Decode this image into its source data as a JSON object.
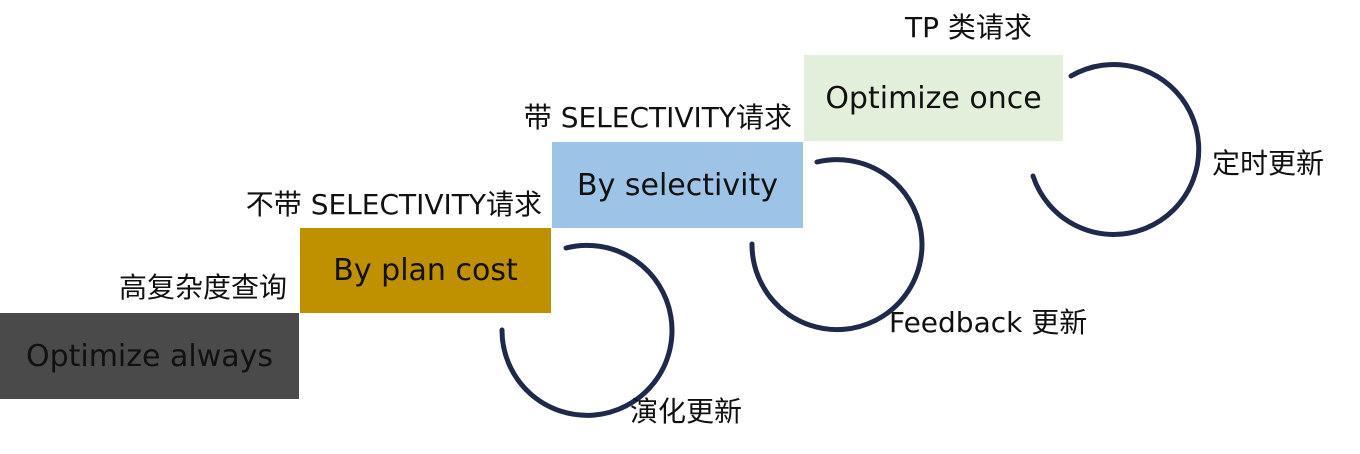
{
  "colors": {
    "always": "#4a4a4a",
    "plan": "#bf9000",
    "selectivity": "#9dc3e6",
    "once": "#e2efda",
    "arc": "#1f2a4a"
  },
  "steps": {
    "always": {
      "box": "Optimize always",
      "condition": "高复杂度查询"
    },
    "plan": {
      "box": "By plan cost",
      "condition": "不带 SELECTIVITY请求",
      "update": "演化更新"
    },
    "selectivity": {
      "box": "By selectivity",
      "condition": "带 SELECTIVITY请求",
      "update": "Feedback 更新"
    },
    "once": {
      "box": "Optimize once",
      "condition": "TP 类请求",
      "update": "定时更新"
    }
  }
}
